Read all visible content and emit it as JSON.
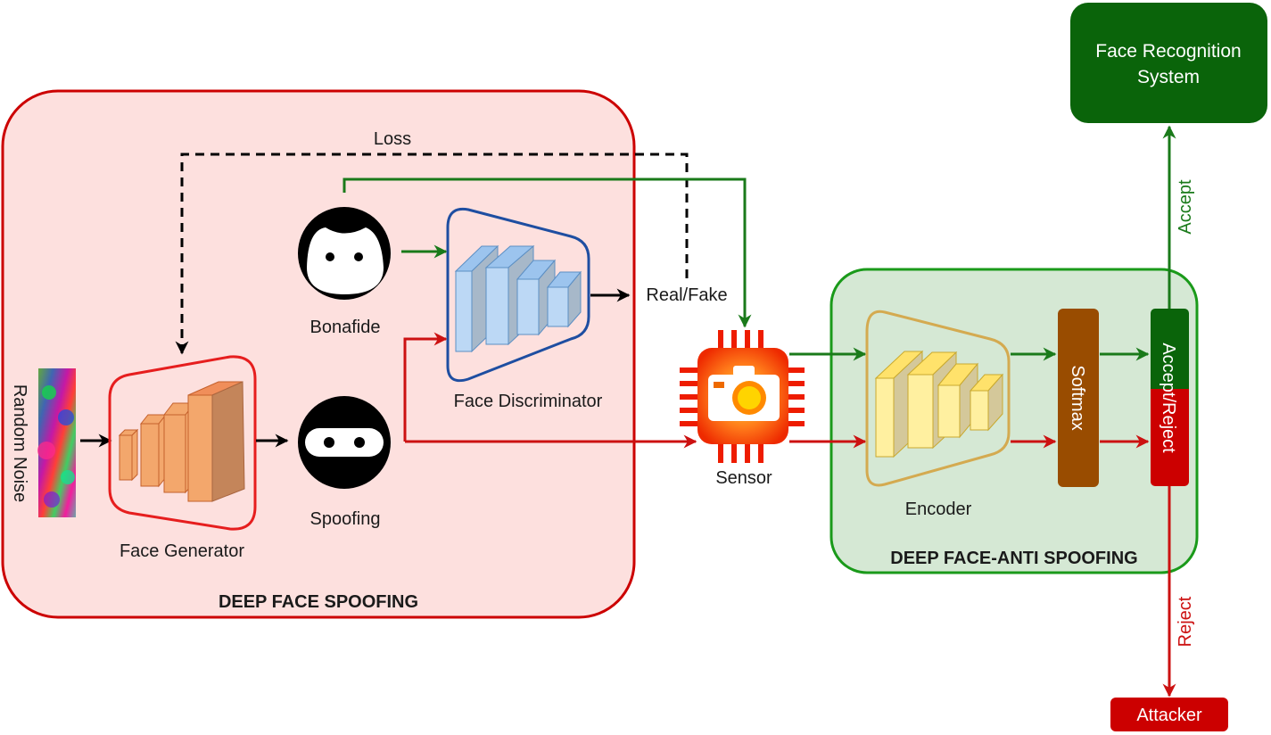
{
  "groups": {
    "spoofing_title": "DEEP FACE SPOOFING",
    "anti_spoofing_title": "DEEP FACE-ANTI SPOOFING"
  },
  "nodes": {
    "random_noise": "Random Noise",
    "face_generator": "Face Generator",
    "spoofing": "Spoofing",
    "bonafide": "Bonafide",
    "face_discriminator": "Face Discriminator",
    "real_fake": "Real/Fake",
    "sensor": "Sensor",
    "encoder": "Encoder",
    "softmax": "Softmax",
    "accept_reject": "Accept/Reject",
    "face_recognition_line1": "Face Recognition",
    "face_recognition_line2": "System",
    "attacker": "Attacker"
  },
  "edges": {
    "loss": "Loss",
    "accept": "Accept",
    "reject": "Reject"
  },
  "colors": {
    "spoofing_fill": "#fde0de",
    "spoofing_border": "#cc0000",
    "anti_fill": "#d5e8d4",
    "anti_border": "#1a9a1a",
    "genuine_arrow": "#1a7a1a",
    "spoof_arrow": "#cc1111",
    "recognition_fill": "#0a640a",
    "softmax_fill": "#994c00",
    "attacker_fill": "#cc0000"
  }
}
